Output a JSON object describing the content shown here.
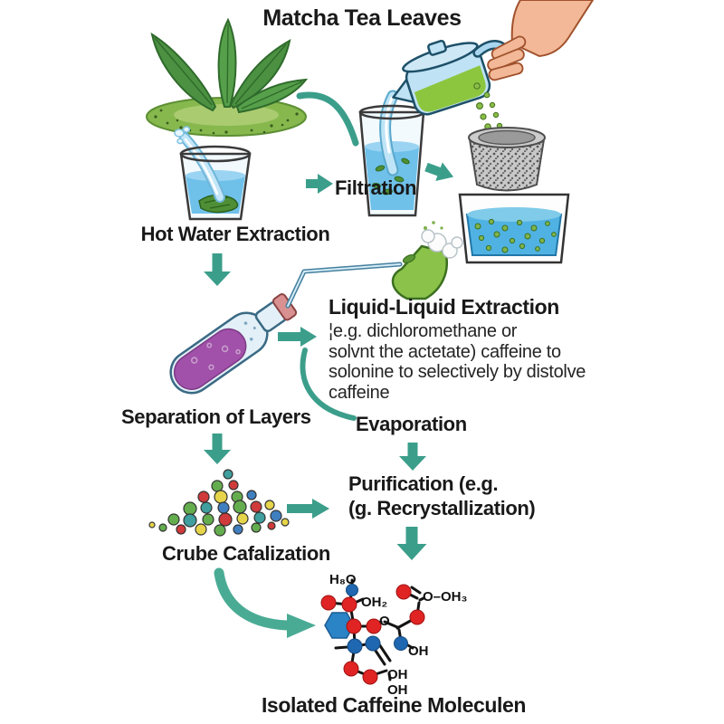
{
  "diagram": {
    "title": "Matcha Tea Leaves",
    "steps": {
      "hot_water_extraction": "Hot Water Extraction",
      "filtration": "Filtration",
      "liquid_liquid_extraction": {
        "title": "Liquid-Liquid Extraction",
        "lines": [
          "¦e.g. dichloromethane or",
          "solvnt the actetate) caffeine to",
          "solonine to selectively by distolve",
          "caffeine"
        ]
      },
      "separation_of_layers": "Separation of Layers",
      "evaporation": "Evaporation",
      "purification": {
        "bold": "Purification",
        "tail": " (e.g.",
        "line2": "(g. Recrystallization)"
      },
      "crude_crystallization": "Crube Cafalization",
      "isolated_caffeine": "Isolated Caffeine Moleculen"
    },
    "molecule_labels": {
      "h8o": "H₈O",
      "oh2": "OH₂",
      "o": "O",
      "o_oh3": "O–OH₃",
      "oh_right": "OH",
      "oh_mid": "OH",
      "oh_bottom": "OH"
    },
    "colors": {
      "arrow_teal": "#3b9e8b",
      "leaf_green": "#4b9141",
      "water_blue": "#6fc1ea",
      "purple_liquid": "#a151a9",
      "kettle_blue": "#bfe2f4",
      "molecule_red": "#e02424",
      "molecule_blue": "#1f67b0"
    },
    "icons": {
      "tea-leaves-icon": "green tea leaves on matcha mound",
      "kettle-pour-icon": "hand pouring light-blue kettle",
      "glass-cup-icon": "glass of water with tea leaves",
      "strainer-icon": "gray mesh strainer",
      "filtrate-tray-icon": "tray of filtered green tea",
      "separatory-vial-icon": "tilted vial of purple liquid",
      "green-flask-icon": "green flask with vapor",
      "crystal-pile-icon": "pile of colored crude crystals",
      "molecule-icon": "ball-and-stick caffeine molecule",
      "arrow-icon": "teal block arrow"
    }
  }
}
